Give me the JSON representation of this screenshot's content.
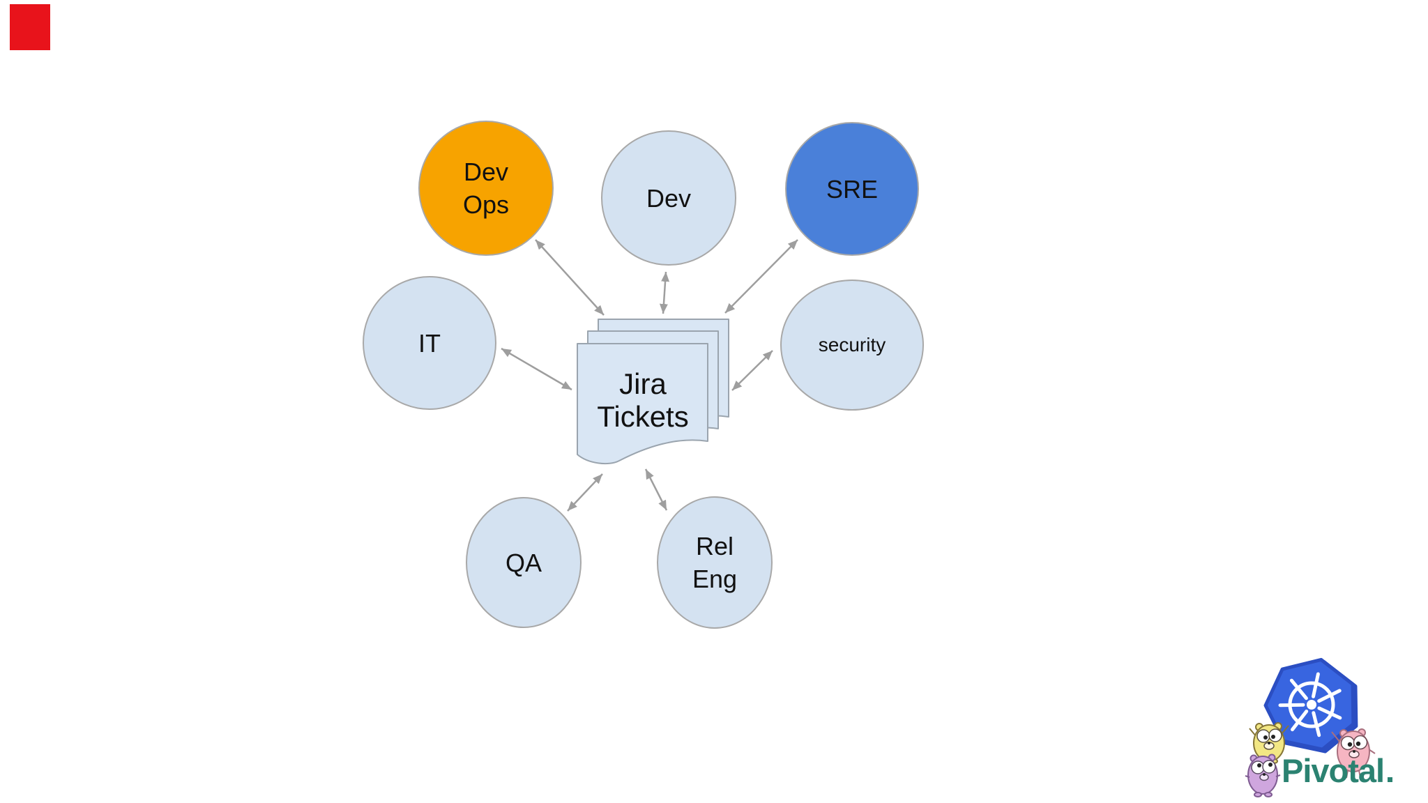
{
  "slide": {
    "background_color": "#ffffff",
    "marker_color": "#e8131b"
  },
  "diagram": {
    "center_node": {
      "id": "jira-tickets",
      "label": "Jira\nTickets",
      "shape": "document-stack",
      "fill_color": "#d9e6f4",
      "border_color": "#9aa4ae"
    },
    "nodes": [
      {
        "id": "devops",
        "label": "Dev\nOps",
        "fill_color": "#f7a300"
      },
      {
        "id": "dev",
        "label": "Dev",
        "fill_color": "#d4e2f1"
      },
      {
        "id": "sre",
        "label": "SRE",
        "fill_color": "#4a80d9"
      },
      {
        "id": "it",
        "label": "IT",
        "fill_color": "#d4e2f1"
      },
      {
        "id": "security",
        "label": "security",
        "fill_color": "#d4e2f1"
      },
      {
        "id": "qa",
        "label": "QA",
        "fill_color": "#d4e2f1"
      },
      {
        "id": "releng",
        "label": "Rel\nEng",
        "fill_color": "#d4e2f1"
      }
    ],
    "node_border_color": "#a8a8a8",
    "arrow_color": "#9e9e9e",
    "edges": [
      {
        "from": "devops",
        "to": "jira-tickets",
        "bidirectional": true
      },
      {
        "from": "dev",
        "to": "jira-tickets",
        "bidirectional": true
      },
      {
        "from": "sre",
        "to": "jira-tickets",
        "bidirectional": true
      },
      {
        "from": "it",
        "to": "jira-tickets",
        "bidirectional": true
      },
      {
        "from": "security",
        "to": "jira-tickets",
        "bidirectional": true
      },
      {
        "from": "qa",
        "to": "jira-tickets",
        "bidirectional": true
      },
      {
        "from": "releng",
        "to": "jira-tickets",
        "bidirectional": true
      }
    ]
  },
  "branding": {
    "wordmark": "Pivotal",
    "wordmark_color": "#2b8271",
    "kubernetes_logo_color": "#3865e0",
    "mascots": [
      "yellow-gopher",
      "purple-gopher",
      "pink-gopher"
    ]
  }
}
